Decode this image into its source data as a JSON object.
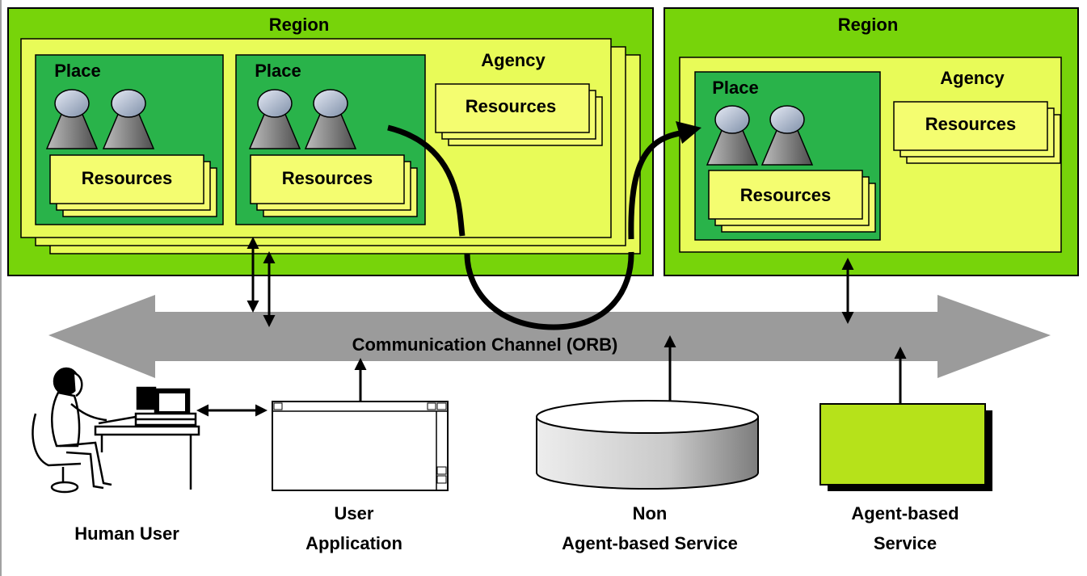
{
  "region_left": {
    "title": "Region",
    "place_a": {
      "title": "Place",
      "resources": "Resources"
    },
    "place_b": {
      "title": "Place",
      "resources": "Resources"
    },
    "agency": {
      "title": "Agency",
      "resources": "Resources"
    }
  },
  "region_right": {
    "title": "Region",
    "place": {
      "title": "Place",
      "resources": "Resources"
    },
    "agency": {
      "title": "Agency",
      "resources": "Resources"
    }
  },
  "channel": {
    "label": "Communication Channel (ORB)"
  },
  "endpoints": {
    "human_user": "Human User",
    "user_app_line1": "User",
    "user_app_line2": "Application",
    "non_agent_line1": "Non",
    "non_agent_line2": "Agent-based Service",
    "agent_line1": "Agent-based",
    "agent_line2": "Service"
  },
  "colors": {
    "region": "#77d40a",
    "agency": "#e8fb58",
    "place": "#29b34a",
    "resources": "#f4fd70",
    "channel": "#9b9b9b",
    "agent_service": "#b6e21a"
  }
}
